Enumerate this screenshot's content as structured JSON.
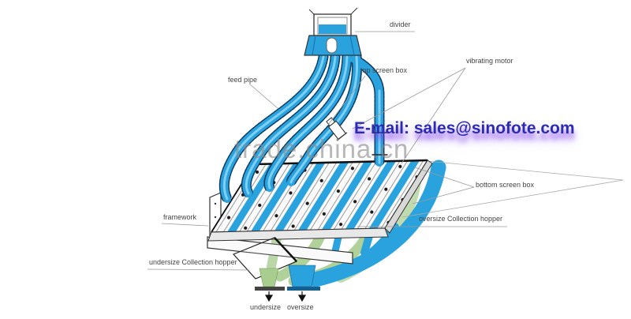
{
  "watermark": {
    "text": "trade.china.cn"
  },
  "contact": {
    "email": "E-mail: sales@sinofote.com"
  },
  "labels": {
    "divider": "divider",
    "feed_pipe": "feed pipe",
    "top_screen_box": "top screen box",
    "vibrating_motor": "vibrating motor",
    "bottom_screen_box": "bottom screen box",
    "framework": "framework",
    "oversize_collection_hopper": "oversize Collection hopper",
    "undersize_collection_hopper": "undersize Collection hopper",
    "undersize": "undersize",
    "oversize": "oversize"
  },
  "colors": {
    "pipe_blue": "#2aa2de",
    "pipe_blue_light": "#7fd0f2",
    "pipe_blue_dark": "#0b3c63",
    "stream_green": "#a8cd8f",
    "flange_dark": "#444444",
    "flange_blue": "#16608f",
    "email_text": "#2b2bb4",
    "email_glow": "#7c3aed",
    "watermark_gray": "#8a8a8a",
    "outline": "#333333"
  }
}
